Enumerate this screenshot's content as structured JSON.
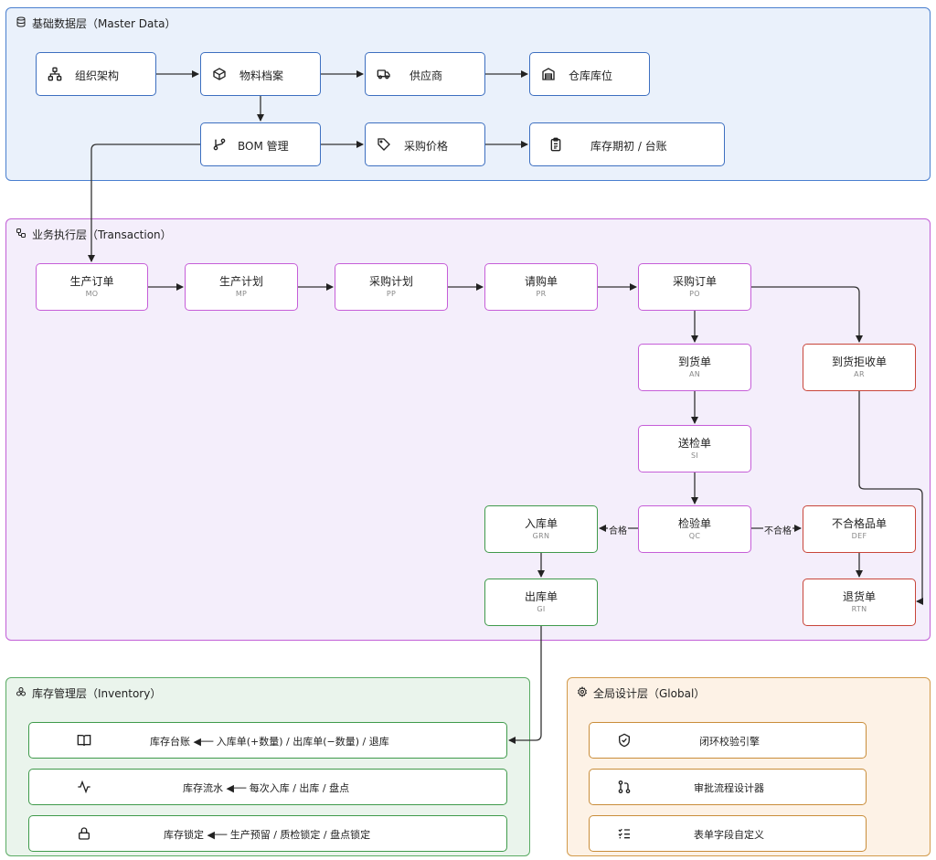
{
  "panels": {
    "master": {
      "title": "基础数据层（Master Data）",
      "icon": "database-icon"
    },
    "transaction": {
      "title": "业务执行层（Transaction）",
      "icon": "workflow-icon"
    },
    "inventory": {
      "title": "库存管理层（Inventory）",
      "icon": "boxes-icon"
    },
    "global": {
      "title": "全局设计层（Global）",
      "icon": "cog-icon"
    }
  },
  "master_nodes": {
    "org": {
      "label": "组织架构",
      "icon": "org-chart-icon"
    },
    "material": {
      "label": "物料档案",
      "icon": "package-icon"
    },
    "supplier": {
      "label": "供应商",
      "icon": "truck-icon"
    },
    "warehouse": {
      "label": "仓库库位",
      "icon": "warehouse-icon"
    },
    "bom": {
      "label": "BOM 管理",
      "icon": "git-branch-icon"
    },
    "price": {
      "label": "采购价格",
      "icon": "tag-icon"
    },
    "stock_init": {
      "label": "库存期初 / 台账",
      "icon": "clipboard-list-icon"
    }
  },
  "transaction_nodes": {
    "mo": {
      "name": "生产订单",
      "code": "MO"
    },
    "mp": {
      "name": "生产计划",
      "code": "MP"
    },
    "pp": {
      "name": "采购计划",
      "code": "PP"
    },
    "pr": {
      "name": "请购单",
      "code": "PR"
    },
    "po": {
      "name": "采购订单",
      "code": "PO"
    },
    "an": {
      "name": "到货单",
      "code": "AN"
    },
    "ar": {
      "name": "到货拒收单",
      "code": "AR"
    },
    "si": {
      "name": "送检单",
      "code": "SI"
    },
    "qc": {
      "name": "检验单",
      "code": "QC"
    },
    "grn": {
      "name": "入库单",
      "code": "GRN"
    },
    "def": {
      "name": "不合格品单",
      "code": "DEF"
    },
    "gi": {
      "name": "出库单",
      "code": "GI"
    },
    "rtn": {
      "name": "退货单",
      "code": "RTN"
    }
  },
  "edge_labels": {
    "pass": "合格",
    "fail": "不合格"
  },
  "inventory_rows": [
    {
      "icon": "book-open-icon",
      "text": "库存台账 ◀── 入库单(+数量) / 出库单(−数量) / 退库"
    },
    {
      "icon": "activity-icon",
      "text": "库存流水 ◀── 每次入库 / 出库 / 盘点"
    },
    {
      "icon": "lock-icon",
      "text": "库存锁定 ◀── 生产预留 / 质检锁定 / 盘点锁定"
    }
  ],
  "global_rows": [
    {
      "icon": "shield-check-icon",
      "text": "闭环校验引擎"
    },
    {
      "icon": "git-pull-request-icon",
      "text": "审批流程设计器"
    },
    {
      "icon": "list-checks-icon",
      "text": "表单字段自定义"
    }
  ],
  "colors": {
    "master": "#4a7fcf",
    "transaction": "#c25fd6",
    "inventory": "#5aab64",
    "global": "#d29a4a",
    "reject": "#c8453a",
    "accept": "#3f9a4b"
  }
}
